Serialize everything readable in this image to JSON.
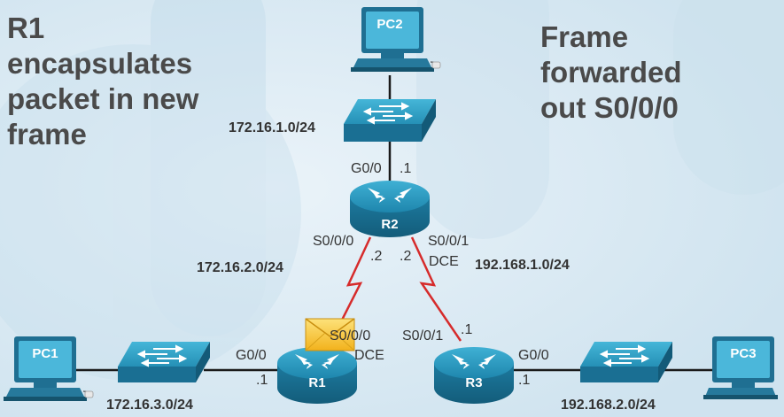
{
  "captions": {
    "left": [
      "R1",
      "encapsulates",
      "packet in new",
      "frame"
    ],
    "right": [
      "Frame",
      "forwarded",
      "out S0/0/0"
    ]
  },
  "networks": {
    "n1": "172.16.1.0/24",
    "n2": "172.16.2.0/24",
    "n3": "172.16.3.0/24",
    "n4": "192.168.1.0/24",
    "n5": "192.168.2.0/24"
  },
  "devices": {
    "pc1": "PC1",
    "pc2": "PC2",
    "pc3": "PC3",
    "r1": "R1",
    "r2": "R2",
    "r3": "R3"
  },
  "ports": {
    "r2_g00": "G0/0",
    "r2_g00_host": ".1",
    "r2_s000": "S0/0/0",
    "r2_s000_host": ".2",
    "r2_s001": "S0/0/1",
    "r2_s001_host": ".2",
    "r2_dce": "DCE",
    "r1_s000": "S0/0/0",
    "r1_dce": "DCE",
    "r1_g00": "G0/0",
    "r1_g00_host": ".1",
    "r3_s001": "S0/0/1",
    "r3_s001_host": ".1",
    "r3_g00": "G0/0",
    "r3_g00_host": ".1"
  },
  "colors": {
    "device_teal": "#1f7fa3",
    "device_light": "#3ba4c7",
    "serial_link": "#d62b2b",
    "envelope": "#f7c42a"
  }
}
